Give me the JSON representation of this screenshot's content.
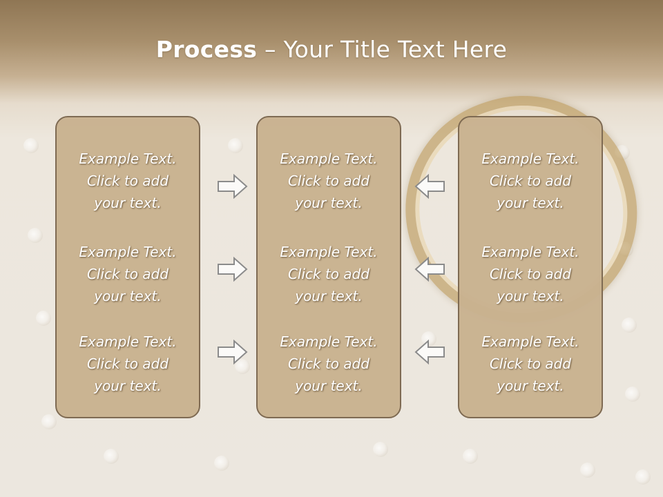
{
  "title": {
    "bold": "Process",
    "rest": " – Your Title Text Here"
  },
  "columns": [
    {
      "items": [
        {
          "line1": "Example Text.",
          "line2": "Click  to add",
          "line3": "your text."
        },
        {
          "line1": "Example Text.",
          "line2": "Click  to add",
          "line3": "your text."
        },
        {
          "line1": "Example Text.",
          "line2": "Click  to add",
          "line3": "your text."
        }
      ]
    },
    {
      "items": [
        {
          "line1": "Example Text.",
          "line2": "Click  to add",
          "line3": "your text."
        },
        {
          "line1": "Example Text.",
          "line2": "Click  to add",
          "line3": "your text."
        },
        {
          "line1": "Example Text.",
          "line2": "Click  to add",
          "line3": "your text."
        }
      ]
    },
    {
      "items": [
        {
          "line1": "Example Text.",
          "line2": "Click  to add",
          "line3": "your text."
        },
        {
          "line1": "Example Text.",
          "line2": "Click  to add",
          "line3": "your text."
        },
        {
          "line1": "Example Text.",
          "line2": "Click  to add",
          "line3": "your text."
        }
      ]
    }
  ],
  "arrows": {
    "left_group": "right-arrow-icon",
    "right_group": "left-arrow-icon"
  },
  "colors": {
    "header": "#a88f6c",
    "box_fill": "#c8b28f",
    "box_border": "#7e6a52",
    "text": "#ffffff"
  }
}
